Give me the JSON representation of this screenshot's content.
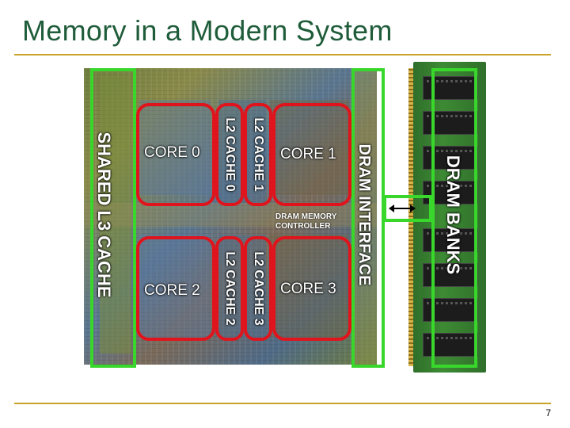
{
  "slide": {
    "title": "Memory in a Modern System",
    "page_number": "7"
  },
  "labels": {
    "shared_l3": "SHARED L3 CACHE",
    "core0": "CORE 0",
    "core1": "CORE 1",
    "core2": "CORE 2",
    "core3": "CORE 3",
    "l2_0": "L2 CACHE 0",
    "l2_1": "L2 CACHE 1",
    "l2_2": "L2 CACHE 2",
    "l2_3": "L2 CACHE 3",
    "mem_ctrl_line1": "DRAM MEMORY",
    "mem_ctrl_line2": "CONTROLLER",
    "dram_interface": "DRAM INTERFACE",
    "dram_banks": "DRAM BANKS"
  },
  "colors": {
    "title": "#1f5c3a",
    "rule": "#c9a227",
    "highlight_green": "#39d62c",
    "highlight_red": "#e0141c"
  }
}
